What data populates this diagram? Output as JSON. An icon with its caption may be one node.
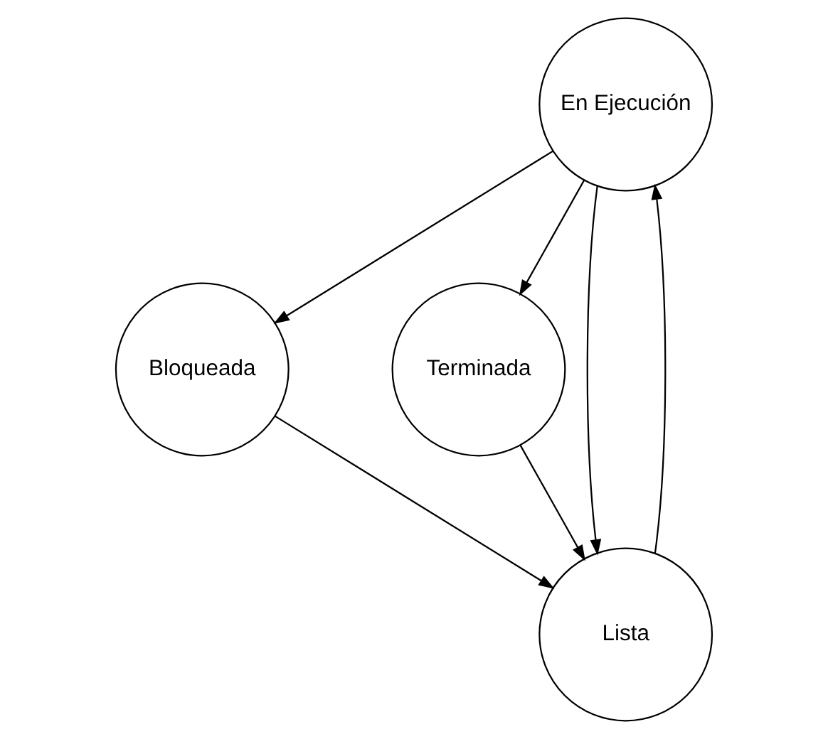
{
  "diagram": {
    "nodes": [
      {
        "text": [
          "En Ejecución"
        ]
      },
      {
        "text": [
          "Bloqueada"
        ]
      },
      {
        "text": [
          "Terminada"
        ]
      },
      {
        "text": [
          "Lista"
        ]
      }
    ],
    "edges": [
      {
        "from": 0,
        "to": 1,
        "arrow": "to"
      },
      {
        "from": 0,
        "to": 2,
        "arrow": "to"
      },
      {
        "from": 0,
        "to": 3,
        "arrow": "to"
      },
      {
        "from": 3,
        "to": 0,
        "arrow": "to"
      },
      {
        "from": 1,
        "to": 3,
        "arrow": "to"
      },
      {
        "from": 2,
        "to": 3,
        "arrow": "to"
      }
    ]
  }
}
